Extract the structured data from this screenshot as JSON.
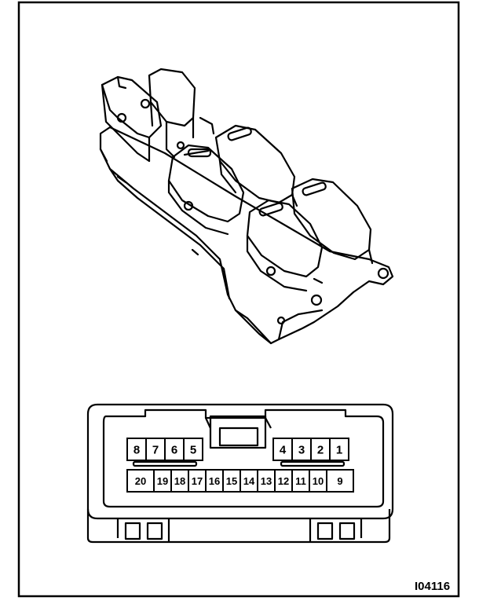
{
  "figure_id": "I04116",
  "connector": {
    "top_row_left": [
      "8",
      "7",
      "6",
      "5"
    ],
    "top_row_right": [
      "4",
      "3",
      "2",
      "1"
    ],
    "bottom_row": [
      "20",
      "19",
      "18",
      "17",
      "16",
      "15",
      "14",
      "13",
      "12",
      "11",
      "10",
      "9"
    ]
  },
  "colors": {
    "line": "#000000",
    "background": "#ffffff"
  }
}
